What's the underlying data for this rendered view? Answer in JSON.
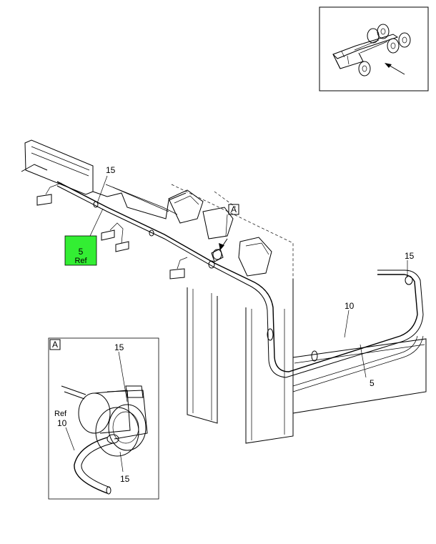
{
  "callouts": {
    "main_top_15": "15",
    "detail_marker": "A",
    "right_15": "15",
    "right_10": "10",
    "right_5": "5",
    "ref_part_number": "5",
    "ref_part_suffix": "Ref"
  },
  "detail_a": {
    "marker": "A",
    "top_15": "15",
    "ref_label": "Ref",
    "ref_10": "10",
    "bottom_15": "15"
  },
  "colors": {
    "highlight": "#33ee33"
  },
  "icons": {
    "locator_arrow": "arrow-icon",
    "truck_chassis": "truck-chassis-icon"
  }
}
